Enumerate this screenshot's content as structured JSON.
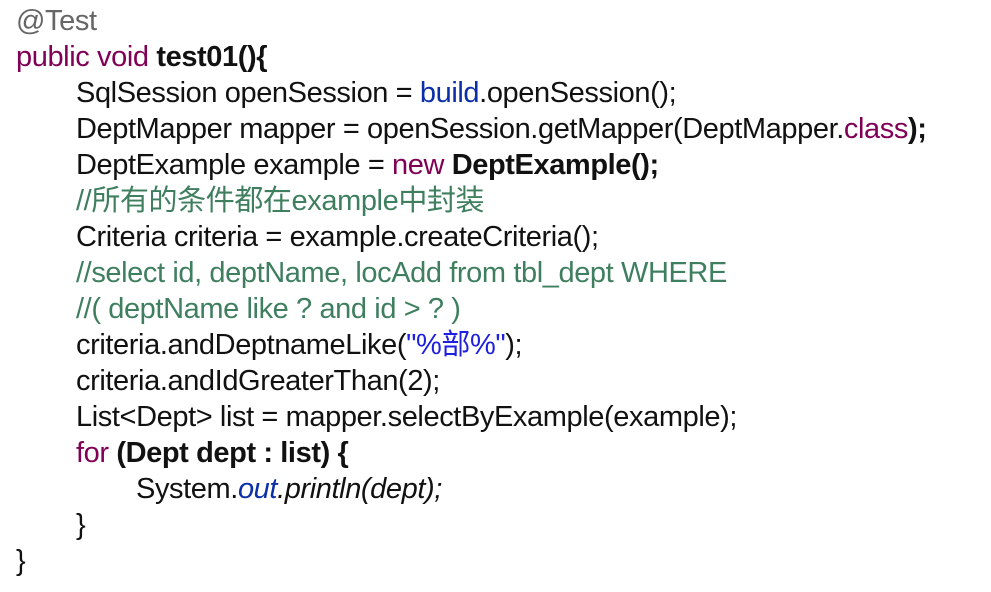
{
  "code_lines": [
    {
      "indent": 0,
      "tokens": [
        {
          "text": "@Test",
          "style": "annotation"
        }
      ]
    },
    {
      "indent": 0,
      "tokens": [
        {
          "text": "public",
          "style": "kw"
        },
        {
          "text": " "
        },
        {
          "text": "void",
          "style": "kw"
        },
        {
          "text": " "
        },
        {
          "text": "test01(){",
          "style": "bold"
        }
      ]
    },
    {
      "indent": 1,
      "tokens": [
        {
          "text": "SqlSession openSession = "
        },
        {
          "text": "build",
          "style": "field"
        },
        {
          "text": ".openSession();"
        }
      ]
    },
    {
      "indent": 1,
      "tokens": [
        {
          "text": "DeptMapper mapper = openSession.getMapper(DeptMapper."
        },
        {
          "text": "class",
          "style": "kw"
        },
        {
          "text": ");",
          "style": "bold"
        }
      ]
    },
    {
      "indent": 1,
      "tokens": [
        {
          "text": "DeptExample example = "
        },
        {
          "text": "new",
          "style": "kw"
        },
        {
          "text": " "
        },
        {
          "text": "DeptExample();",
          "style": "bold"
        }
      ]
    },
    {
      "indent": 1,
      "tokens": [
        {
          "text": "//所有的条件都在example中封装",
          "style": "comment"
        }
      ]
    },
    {
      "indent": 1,
      "tokens": [
        {
          "text": "Criteria criteria = example.createCriteria();"
        }
      ]
    },
    {
      "indent": 1,
      "tokens": [
        {
          "text": "//select id, deptName, locAdd from tbl_dept WHERE",
          "style": "comment"
        }
      ]
    },
    {
      "indent": 1,
      "tokens": [
        {
          "text": "//( deptName like ? and id > ? )",
          "style": "comment"
        }
      ]
    },
    {
      "indent": 1,
      "tokens": [
        {
          "text": "criteria.andDeptnameLike("
        },
        {
          "text": "\"%部%\"",
          "style": "str"
        },
        {
          "text": ");"
        }
      ]
    },
    {
      "indent": 1,
      "tokens": [
        {
          "text": "criteria.andIdGreaterThan(2);"
        }
      ]
    },
    {
      "indent": 1,
      "tokens": [
        {
          "text": "List<Dept> list = mapper.selectByExample(example);"
        }
      ]
    },
    {
      "indent": 1,
      "tokens": [
        {
          "text": "for",
          "style": "kw"
        },
        {
          "text": " "
        },
        {
          "text": "(Dept dept : list) {",
          "style": "bold"
        }
      ]
    },
    {
      "indent": 2,
      "tokens": [
        {
          "text": "System."
        },
        {
          "text": "out",
          "style": "field italic"
        },
        {
          "text": ".println(dept);",
          "style": "italic"
        }
      ]
    },
    {
      "indent": 1,
      "tokens": [
        {
          "text": "}"
        }
      ]
    },
    {
      "indent": 0,
      "tokens": [
        {
          "text": "}"
        }
      ]
    }
  ]
}
